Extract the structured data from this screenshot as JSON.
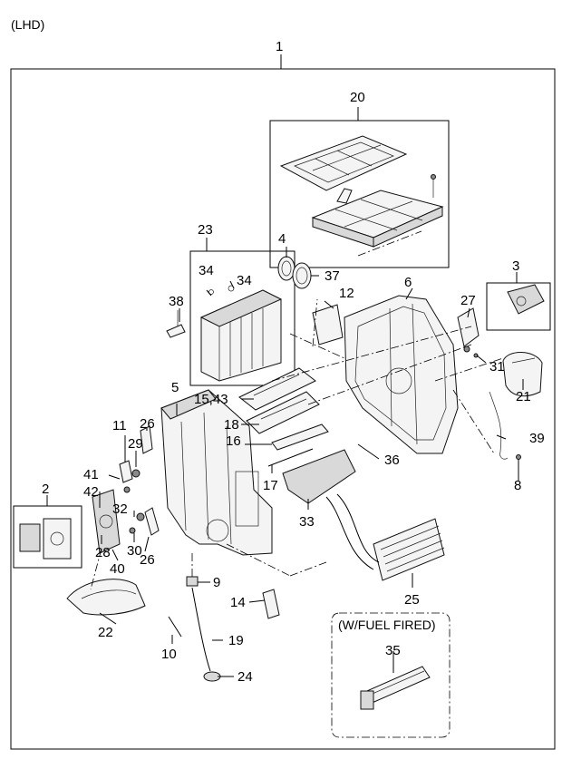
{
  "header": {
    "variant": "(LHD)"
  },
  "callouts": [
    {
      "id": "c1",
      "text": "1"
    },
    {
      "id": "c2",
      "text": "2"
    },
    {
      "id": "c3",
      "text": "3"
    },
    {
      "id": "c4",
      "text": "4"
    },
    {
      "id": "c5",
      "text": "5"
    },
    {
      "id": "c6",
      "text": "6"
    },
    {
      "id": "c8",
      "text": "8"
    },
    {
      "id": "c9",
      "text": "9"
    },
    {
      "id": "c10",
      "text": "10"
    },
    {
      "id": "c11",
      "text": "11"
    },
    {
      "id": "c12",
      "text": "12"
    },
    {
      "id": "c14",
      "text": "14"
    },
    {
      "id": "c1543",
      "text": "15,43"
    },
    {
      "id": "c16",
      "text": "16"
    },
    {
      "id": "c17",
      "text": "17"
    },
    {
      "id": "c18",
      "text": "18"
    },
    {
      "id": "c19",
      "text": "19"
    },
    {
      "id": "c20",
      "text": "20"
    },
    {
      "id": "c21",
      "text": "21"
    },
    {
      "id": "c22",
      "text": "22"
    },
    {
      "id": "c23",
      "text": "23"
    },
    {
      "id": "c24",
      "text": "24"
    },
    {
      "id": "c25",
      "text": "25"
    },
    {
      "id": "c26a",
      "text": "26"
    },
    {
      "id": "c26b",
      "text": "26"
    },
    {
      "id": "c27",
      "text": "27"
    },
    {
      "id": "c28",
      "text": "28"
    },
    {
      "id": "c29",
      "text": "29"
    },
    {
      "id": "c30",
      "text": "30"
    },
    {
      "id": "c31",
      "text": "31"
    },
    {
      "id": "c32",
      "text": "32"
    },
    {
      "id": "c33",
      "text": "33"
    },
    {
      "id": "c34a",
      "text": "34"
    },
    {
      "id": "c34b",
      "text": "34"
    },
    {
      "id": "c35",
      "text": "35"
    },
    {
      "id": "c36",
      "text": "36"
    },
    {
      "id": "c37",
      "text": "37"
    },
    {
      "id": "c38",
      "text": "38"
    },
    {
      "id": "c39",
      "text": "39"
    },
    {
      "id": "c40",
      "text": "40"
    },
    {
      "id": "c41",
      "text": "41"
    },
    {
      "id": "c42",
      "text": "42"
    }
  ],
  "option_box": {
    "title": "(W/FUEL FIRED)"
  }
}
